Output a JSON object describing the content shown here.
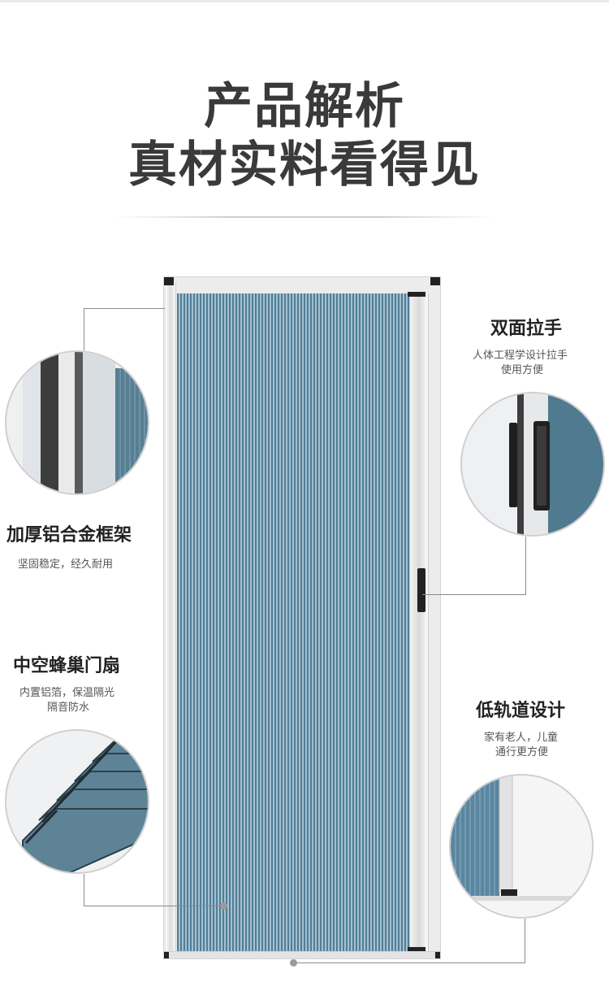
{
  "header": {
    "line1": "产品解析",
    "line2": "真材实料看得见"
  },
  "features": {
    "frame": {
      "title": "加厚铝合金框架",
      "desc1": "坚固稳定，经久耐用"
    },
    "handle": {
      "title": "双面拉手",
      "desc1": "人体工程学设计拉手",
      "desc2": "使用方便"
    },
    "honeycomb": {
      "title": "中空蜂巢门扇",
      "desc1": "内置铝箔，保温隔光",
      "desc2": "隔音防水"
    },
    "track": {
      "title": "低轨道设计",
      "desc1": "家有老人，儿童",
      "desc2": "通行更方便"
    }
  },
  "colors": {
    "mesh_dark": "#4f7f99",
    "mesh_light": "#a6c0cf",
    "title_text": "#3a3a3a"
  }
}
